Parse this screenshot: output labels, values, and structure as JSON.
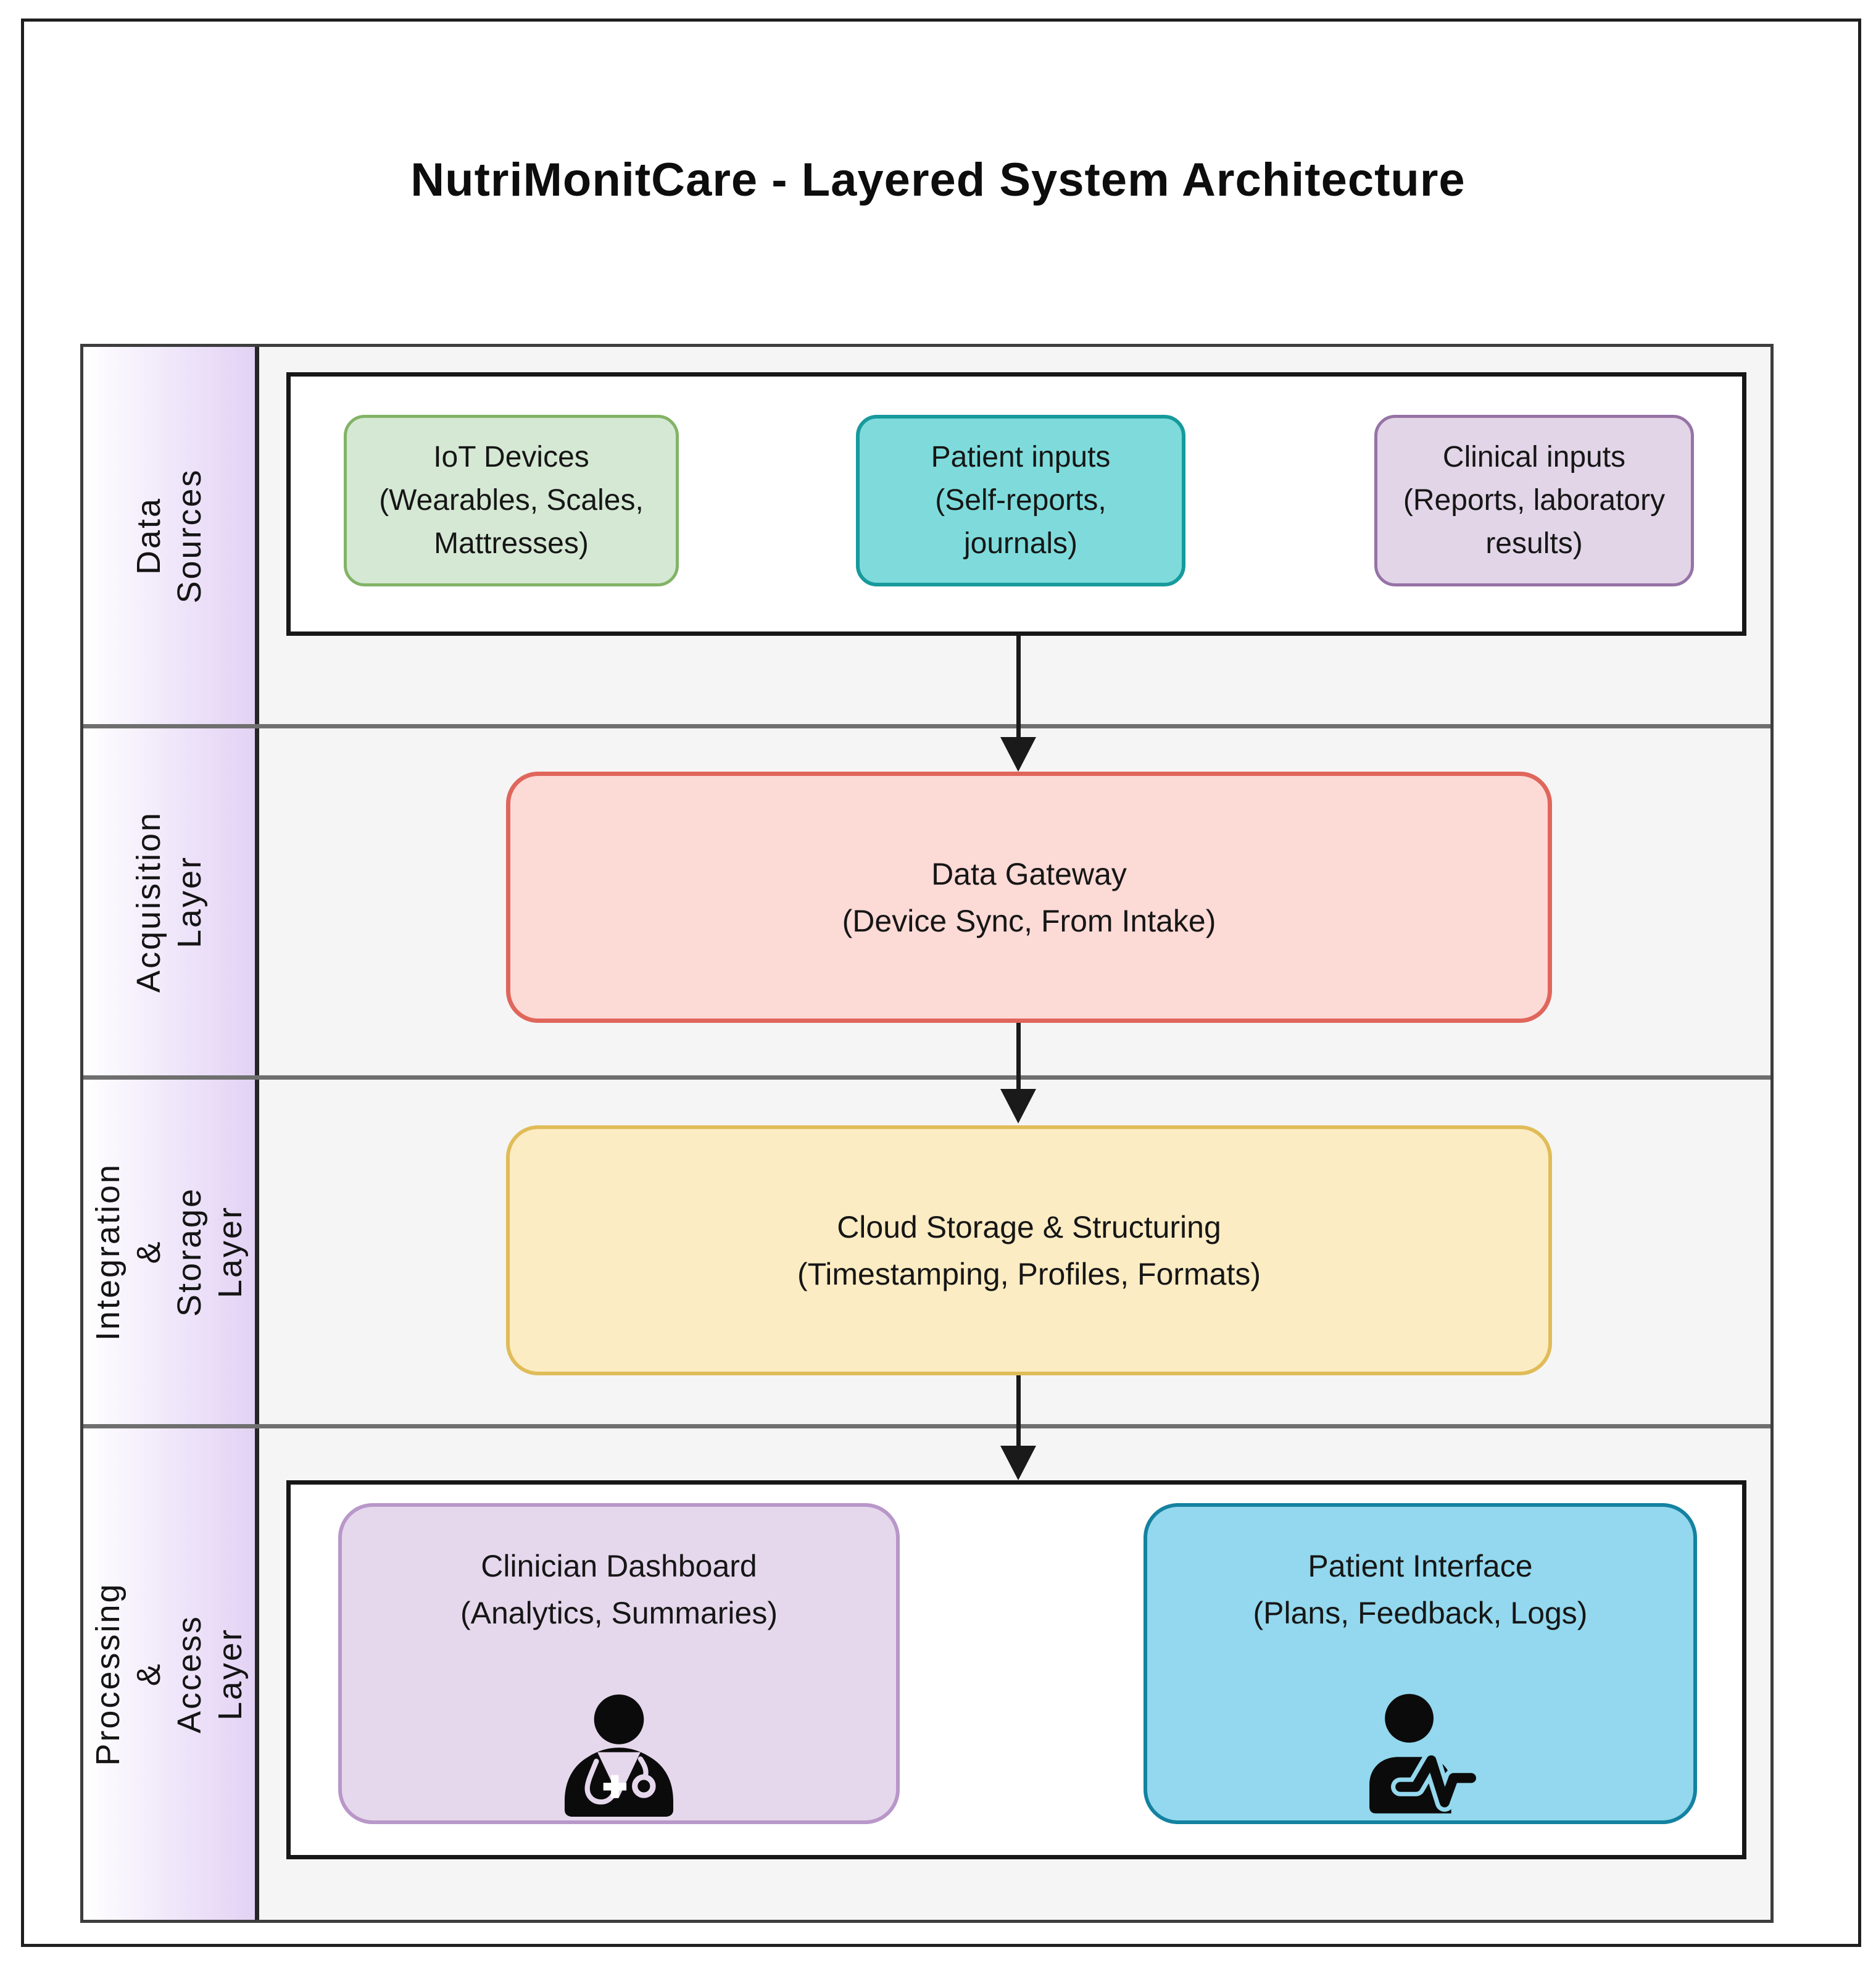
{
  "title": "NutriMonitCare - Layered System Architecture",
  "layers": [
    {
      "id": "data-sources",
      "label": "Data Sources"
    },
    {
      "id": "acquisition",
      "label": "Acquisition Layer"
    },
    {
      "id": "integration-storage",
      "label": "Integration &\nStorage Layer"
    },
    {
      "id": "processing-access",
      "label": "Processing &\nAccess Layer"
    }
  ],
  "nodes": {
    "iot": {
      "text": "IoT Devices\n(Wearables, Scales,\nMattresses)",
      "fill": "#d5e8d4",
      "border": "#82b366"
    },
    "patient_inputs": {
      "text": "Patient inputs\n(Self-reports,\njournals)",
      "fill": "#7fdbdb",
      "border": "#179a9c"
    },
    "clinical_inputs": {
      "text": "Clinical inputs\n(Reports, laboratory\nresults)",
      "fill": "#e1d5e7",
      "border": "#9673a6"
    },
    "gateway": {
      "text": "Data Gateway\n(Device Sync, From Intake)",
      "fill": "#fcdad6",
      "border": "#e0665c"
    },
    "cloud": {
      "text": "Cloud Storage & Structuring\n(Timestamping, Profiles, Formats)",
      "fill": "#fcecc3",
      "border": "#e0bc58"
    },
    "clinician_dashboard": {
      "text": "Clinician Dashboard\n(Analytics, Summaries)",
      "icon": "doctor-icon",
      "fill": "#e6d8ec",
      "border": "#b897c9"
    },
    "patient_interface": {
      "text": "Patient Interface\n(Plans, Feedback, Logs)",
      "icon": "patient-pulse-icon",
      "fill": "#93d8ee",
      "border": "#1482a0"
    }
  },
  "edges": [
    {
      "from": "data-sources",
      "to": "gateway"
    },
    {
      "from": "gateway",
      "to": "cloud"
    },
    {
      "from": "cloud",
      "to": "processing-access"
    }
  ],
  "colors": {
    "row_background": "#f5f5f5",
    "label_column_gradient_end": "#e3d2f4",
    "frame_border": "#1f1f1f",
    "divider": "#6f6f6f",
    "arrow": "#1a1a1a",
    "icon": "#0b0b0b"
  }
}
